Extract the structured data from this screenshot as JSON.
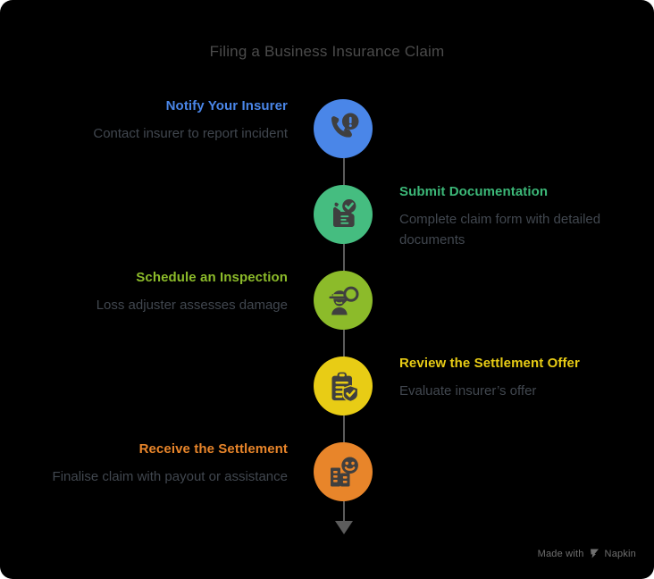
{
  "title": "Filing a Business Insurance Claim",
  "background_color": "#000000",
  "title_color": "#4b4b4b",
  "description_color": "#41474f",
  "connector_color": "#5c5c5c",
  "steps": [
    {
      "heading": "Notify Your Insurer",
      "description": "Contact insurer to report incident",
      "side": "left",
      "color": "#4a86e8",
      "heading_color": "#4a86e8",
      "icon": "phone-alert-icon"
    },
    {
      "heading": "Submit Documentation",
      "description": "Complete claim form with detailed documents",
      "side": "right",
      "color": "#45bd80",
      "heading_color": "#3cb878",
      "icon": "hand-document-check-icon"
    },
    {
      "heading": "Schedule an Inspection",
      "description": "Loss adjuster assesses damage",
      "side": "left",
      "color": "#8cbb2a",
      "heading_color": "#8cbb2a",
      "icon": "inspector-magnifier-icon"
    },
    {
      "heading": "Review the Settlement Offer",
      "description": "Evaluate insurer’s offer",
      "side": "right",
      "color": "#e8cc15",
      "heading_color": "#e8cc15",
      "icon": "clipboard-shield-check-icon"
    },
    {
      "heading": "Receive the Settlement",
      "description": "Finalise claim with payout or assistance",
      "side": "left",
      "color": "#e8852a",
      "heading_color": "#e8852a",
      "icon": "building-smiley-icon"
    }
  ],
  "watermark": {
    "prefix": "Made with",
    "brand": "Napkin",
    "icon": "napkin-leaf-icon"
  }
}
